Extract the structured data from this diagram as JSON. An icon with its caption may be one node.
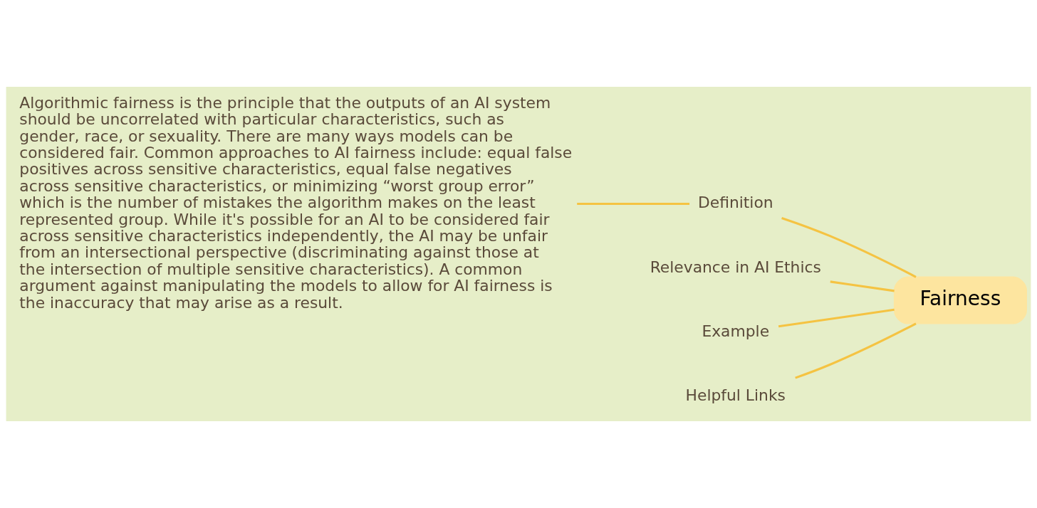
{
  "diagram": {
    "nodes": [
      {
        "text": [
          "Fairness"
        ]
      },
      {
        "text": [
          "Definition"
        ]
      },
      {
        "text": [
          "Algorithmic fairness is the principle that the outputs of an AI system should be uncorrelated with particular characteristics, such as gender, race, or sexuality. There are many ways models can be considered fair. Common approaches to AI fairness include: equal false positives across sensitive characteristics, equal false negatives across sensitive characteristics, or minimizing “worst group error” which is the number of mistakes the algorithm makes on the least represented group. While it's possible for an AI to be considered fair across sensitive characteristics independently, the AI may be unfair from an intersectional perspective (discriminating against those at the intersection of multiple sensitive characteristics). A common argument against manipulating the models to allow for AI fairness is the inaccuracy that may arise as a result."
        ]
      },
      {
        "text": [
          "Relevance in AI Ethics"
        ]
      },
      {
        "text": [
          "Example"
        ]
      },
      {
        "text": [
          "Helpful Links"
        ]
      }
    ],
    "edges": [
      {
        "from": 0,
        "to": 1,
        "arrow": "none"
      },
      {
        "from": 1,
        "to": 2,
        "arrow": "none"
      },
      {
        "from": 0,
        "to": 3,
        "arrow": "none"
      },
      {
        "from": 0,
        "to": 4,
        "arrow": "none"
      },
      {
        "from": 0,
        "to": 5,
        "arrow": "none"
      }
    ]
  }
}
